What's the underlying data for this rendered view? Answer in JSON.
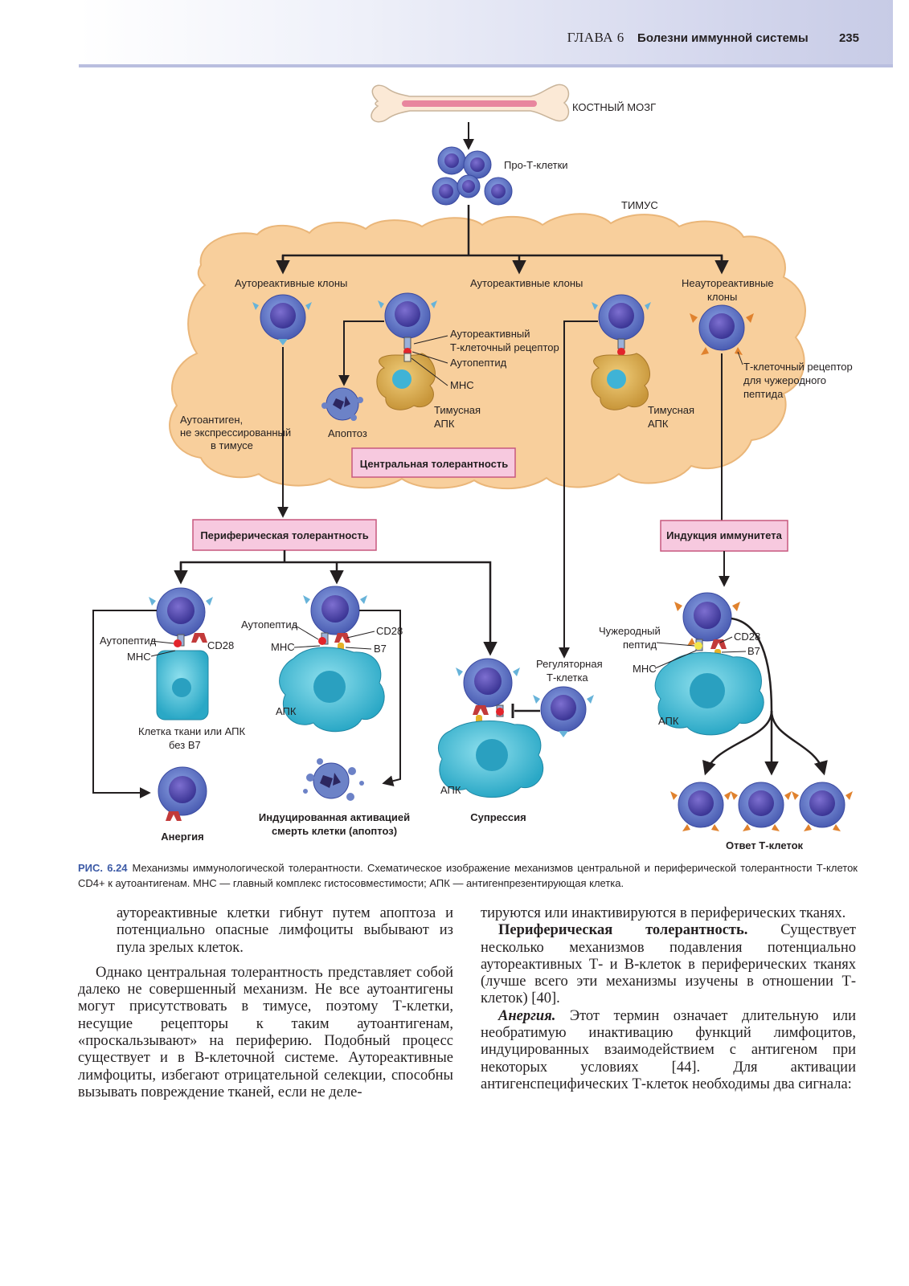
{
  "header": {
    "chapter": "ГЛАВА 6",
    "title": "Болезни иммунной системы",
    "page_number": "235"
  },
  "figure": {
    "bone_marrow": "КОСТНЫЙ МОЗГ",
    "pro_t_cells": "Про-Т-клетки",
    "thymus": "ТИМУС",
    "autoreactive_clones_left": "Аутореактивные клоны",
    "autoreactive_clones_center": "Аутореактивные клоны",
    "nonautoreactive_clones": [
      "Неаутореактивные",
      "клоны"
    ],
    "autoreactive_tcr": [
      "Аутореактивный",
      "Т-клеточный рецептор"
    ],
    "autopeptide": "Аутопептид",
    "mhc": "МНС",
    "thymic_apc": [
      "Тимусная",
      "АПК"
    ],
    "thymic_apc_2": [
      "Тимусная",
      "АПК"
    ],
    "apoptosis": "Апоптоз",
    "autoantigen_not_expressed": [
      "Аутоантиген,",
      "не экспрессированный",
      "в тимусе"
    ],
    "foreign_tcr": [
      "Т-клеточный рецептор",
      "для чужеродного",
      "пептида"
    ],
    "central_tolerance": "Центральная толерантность",
    "peripheral_tolerance": "Периферическая толерантность",
    "immunity_induction": "Индукция иммунитета",
    "anergy_panel": {
      "autopeptide": "Аутопептид",
      "mhc": "МНС",
      "cd28": "CD28",
      "tissue_cell": [
        "Клетка ткани или АПК",
        "без B7"
      ],
      "result": "Анергия"
    },
    "aicd_panel": {
      "autopeptide": "Аутопептид",
      "mhc": "МНС",
      "cd28": "CD28",
      "b7": "B7",
      "apc": "АПК",
      "result": [
        "Индуцированная активацией",
        "смерть клетки (апоптоз)"
      ]
    },
    "suppression_panel": {
      "treg": [
        "Регуляторная",
        "Т-клетка"
      ],
      "apc": "АПК",
      "result": "Супрессия"
    },
    "response_panel": {
      "foreign_peptide": [
        "Чужеродный",
        "пептид"
      ],
      "mhc": "МНС",
      "cd28": "CD28",
      "b7": "B7",
      "apc": "АПК",
      "result": "Ответ Т-клеток"
    }
  },
  "caption": {
    "label": "РИС. 6.24",
    "text": "Механизмы иммунологической толерантности. Схематическое изображение механизмов центральной и периферической толерантности Т-клеток CD4+ к аутоантигенам. МНС — главный комплекс гистосовместимости; АПК — антигенпрезентирующая клетка."
  },
  "body": {
    "left_continuation": "аутореактивные клетки гибнут путем апоптоза и потенциально опасные лимфоциты выбывают из пула зрелых клеток.",
    "left_paragraph": "Однако центральная толерантность представляет собой далеко не совершенный механизм. Не все аутоантигены могут присутствовать в тимусе, поэтому Т-клетки, несущие рецепторы к таким аутоантигенам, «проскальзывают» на периферию. Подобный процесс существует и в В-клеточной системе. Аутореактивные лимфоциты, избегают отрицательной селекции, способны вызывать повреждение тканей, если не деле-",
    "right_continuation": "тируются или инактивируются в периферических тканях.",
    "right_p1_lead": "Периферическая толерантность.",
    "right_p1_text": " Существует несколько механизмов подавления потенциально аутореактивных Т- и В-клеток в периферических тканях (лучше всего эти механизмы изучены в отношении Т-клеток) [40].",
    "right_p2_lead": "Анергия.",
    "right_p2_text": " Этот термин означает длительную или необратимую инактивацию функций лимфоцитов, индуцированных взаимодействием с антигеном при некоторых условиях [44]. Для активации антигенспецифических Т-клеток необходимы два сигнала:"
  },
  "colors": {
    "thymus_fill": "#f8cf9c",
    "t_cell": "#4d5fb5",
    "apc": "#3fb8cf",
    "box_fill": "#f7c9df",
    "accent_blue": "#3c5aa6"
  }
}
